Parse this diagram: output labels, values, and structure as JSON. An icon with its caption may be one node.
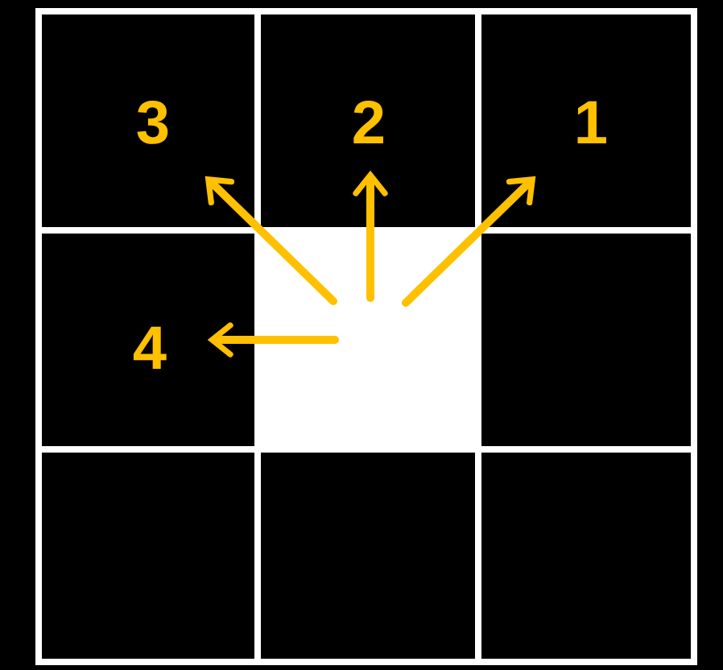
{
  "diagram": {
    "nodes": [
      {
        "text": [
          "3"
        ]
      },
      {
        "text": [
          "2"
        ]
      },
      {
        "text": [
          "1"
        ]
      },
      {
        "text": [
          "4"
        ]
      },
      {
        "text": [],
        "shape": "box"
      }
    ],
    "edges": [
      {
        "from": 4,
        "to": 0,
        "arrow": "to"
      },
      {
        "from": 4,
        "to": 1,
        "arrow": "to"
      },
      {
        "from": 4,
        "to": 2,
        "arrow": "to"
      },
      {
        "from": 4,
        "to": 3,
        "arrow": "to"
      }
    ]
  }
}
